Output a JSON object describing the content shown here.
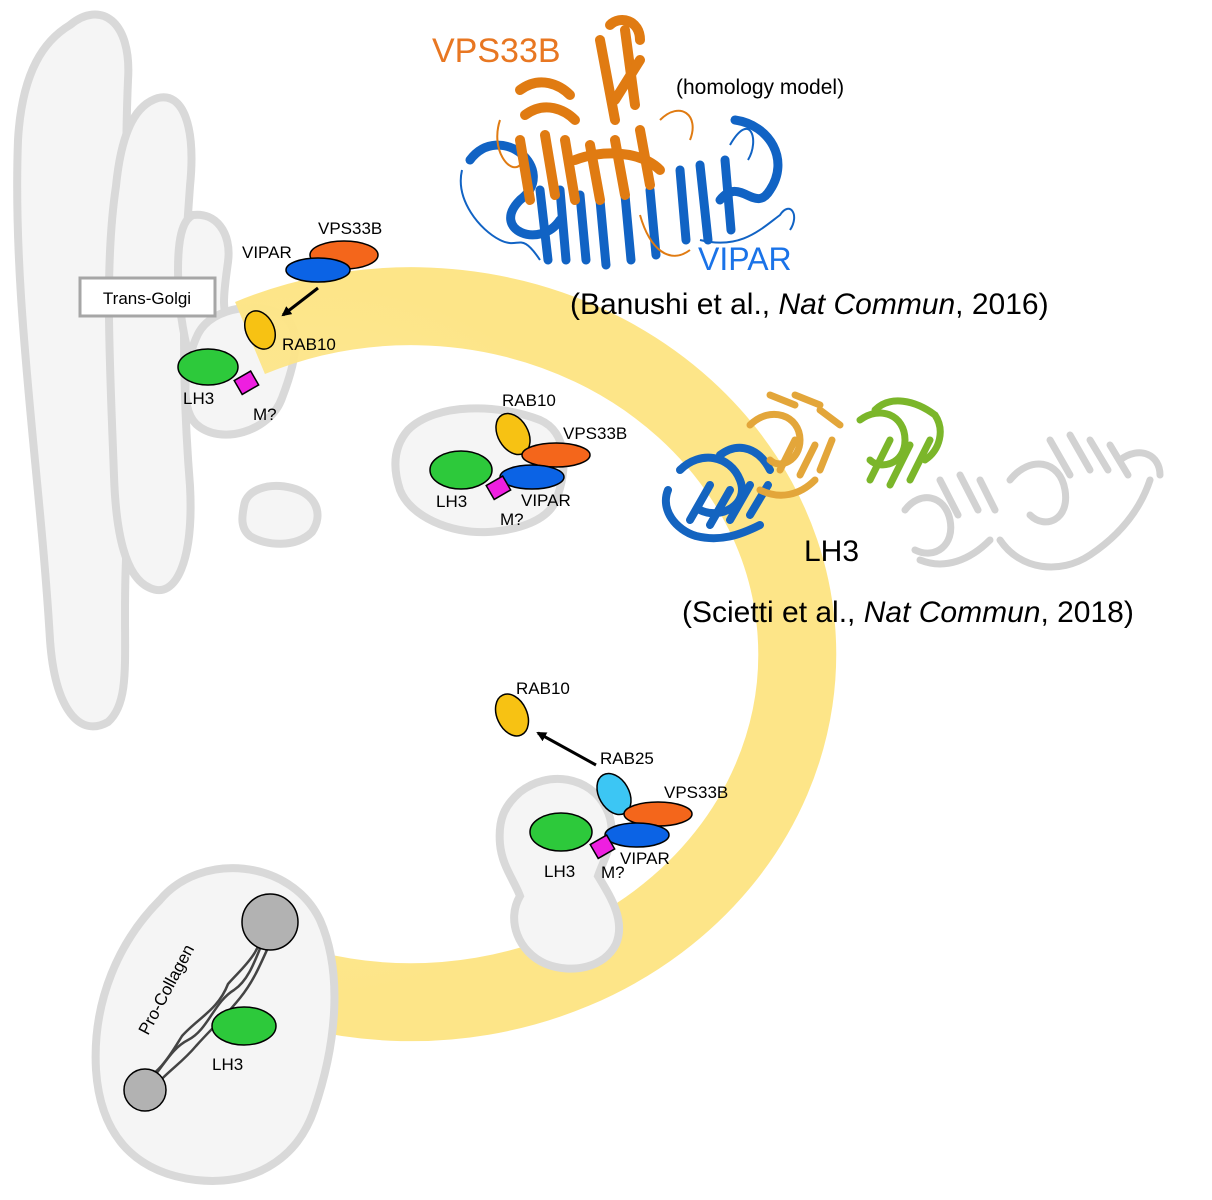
{
  "labels": {
    "trans_golgi": "Trans-Golgi",
    "vipar_top": "VIPAR",
    "vps33b_top": "VPS33B",
    "rab10_top": "RAB10",
    "lh3_top": "LH3",
    "m_top": "M?",
    "rab10_mid": "RAB10",
    "vps33b_mid": "VPS33B",
    "lh3_mid": "LH3",
    "vipar_mid": "VIPAR",
    "m_mid": "M?",
    "rab10_low": "RAB10",
    "rab25_low": "RAB25",
    "vps33b_low": "VPS33B",
    "lh3_low": "LH3",
    "vipar_low": "VIPAR",
    "m_low": "M?",
    "procollagen": "Pro-Collagen",
    "lh3_vesicle": "LH3"
  },
  "structure_top": {
    "vps33b_title": "VPS33B",
    "model_note": "(homology model)",
    "vipar_title": "VIPAR",
    "citation_prefix": "(Banushi et al., ",
    "citation_journal": "Nat Commun",
    "citation_suffix": ", 2016)"
  },
  "structure_bottom": {
    "lh3_title": "LH3",
    "citation_prefix": "(Scietti et al., ",
    "citation_journal": "Nat Commun",
    "citation_suffix": ", 2018)"
  },
  "colors": {
    "vps33b": "#f4661b",
    "vipar": "#0b63e5",
    "rab10": "#f7c213",
    "rab25": "#3cc6f4",
    "lh3": "#2dc93b",
    "m_protein": "#ee1fe0",
    "pathway": "#fde588",
    "compartment_fill": "#f5f5f5",
    "compartment_stroke": "#d9d9d9",
    "vps33b_structure": "#e07b12",
    "vipar_structure": "#1163c4",
    "lh3_domain_blue": "#1464c0",
    "lh3_domain_gold": "#e3a63a",
    "lh3_domain_green": "#7bb62a",
    "lh3_domain_white": "#d2d2d2",
    "collagen_head": "#b2b2b2"
  }
}
